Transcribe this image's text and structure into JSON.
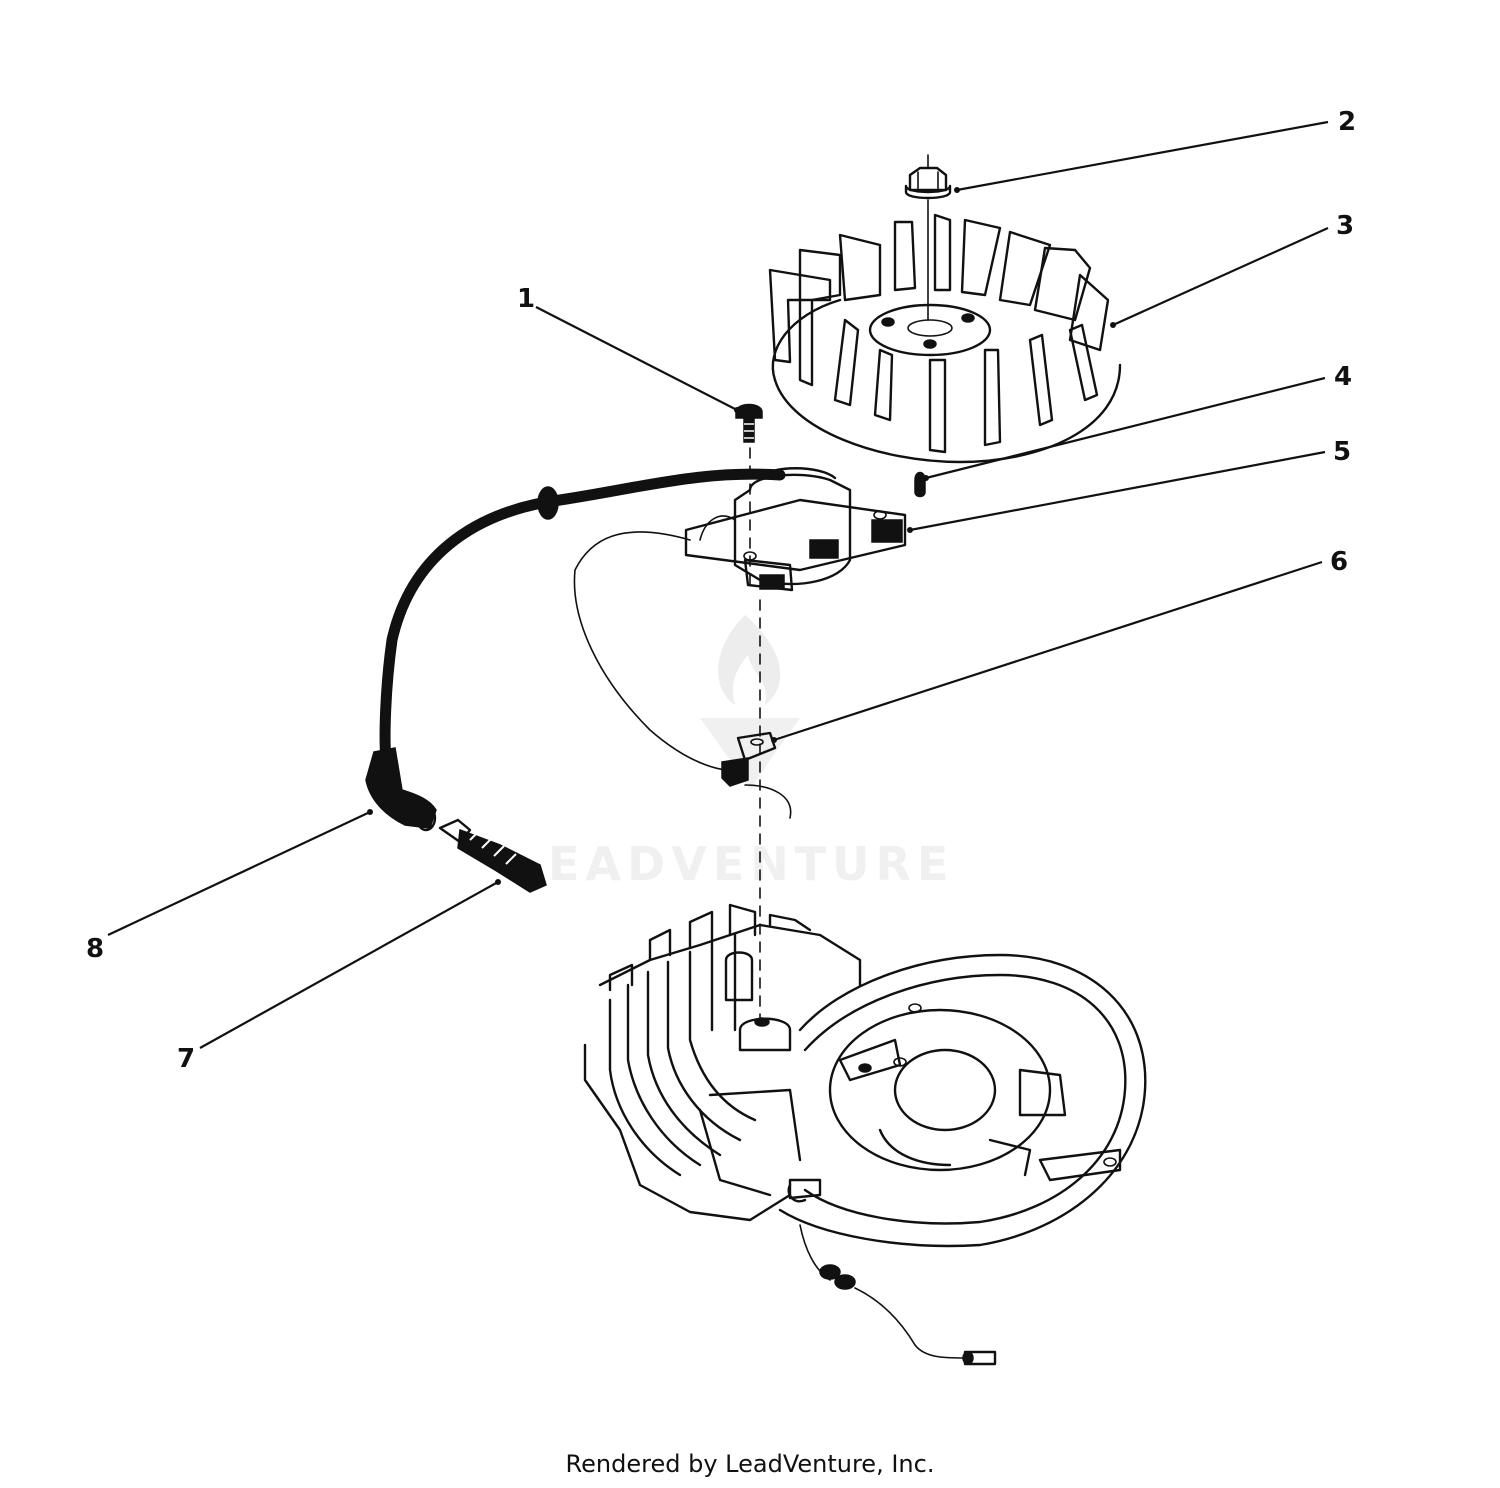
{
  "diagram": {
    "callouts": [
      {
        "id": "1",
        "label": "1"
      },
      {
        "id": "2",
        "label": "2"
      },
      {
        "id": "3",
        "label": "3"
      },
      {
        "id": "4",
        "label": "4"
      },
      {
        "id": "5",
        "label": "5"
      },
      {
        "id": "6",
        "label": "6"
      },
      {
        "id": "7",
        "label": "7"
      },
      {
        "id": "8",
        "label": "8"
      }
    ],
    "watermark": "EADVENTURE"
  },
  "footer": {
    "credit": "Rendered by LeadVenture, Inc."
  }
}
